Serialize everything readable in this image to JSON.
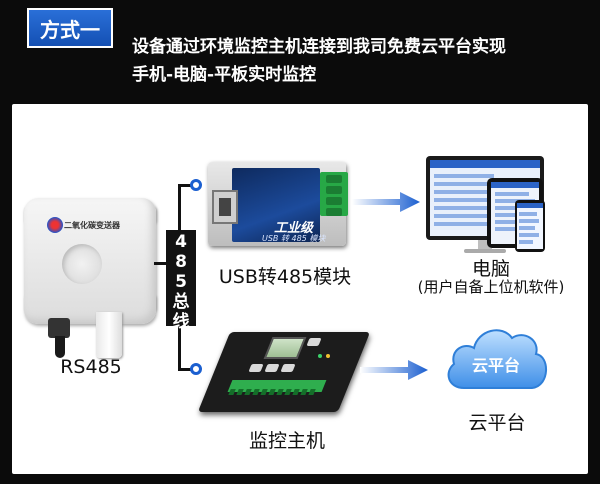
{
  "header": {
    "badge": "方式一",
    "headline_line1": "设备通过环境监控主机连接到我司免费云平台实现",
    "headline_line2": "手机-电脑-平板实时监控"
  },
  "sensor": {
    "product_name": "二氧化碳变送器",
    "label": "RS485"
  },
  "bus": {
    "text": [
      "4",
      "8",
      "5",
      "总",
      "线"
    ]
  },
  "usb_module": {
    "brand": "工业级",
    "model": "USB 转 485 模块",
    "label": "USB转485模块"
  },
  "host": {
    "label": "监控主机"
  },
  "pc": {
    "label": "电脑",
    "sublabel": "(用户自备上位机软件)"
  },
  "cloud": {
    "inner_text": "云平台",
    "label": "云平台"
  },
  "colors": {
    "accent_blue": "#1b5fd0",
    "terminal_green": "#27a846",
    "background_dark": "#0b0b0b"
  },
  "icons": [
    "usb-module-icon",
    "monitoring-host-icon",
    "computer-icon",
    "tablet-icon",
    "phone-icon",
    "cloud-icon",
    "sensor-icon"
  ]
}
